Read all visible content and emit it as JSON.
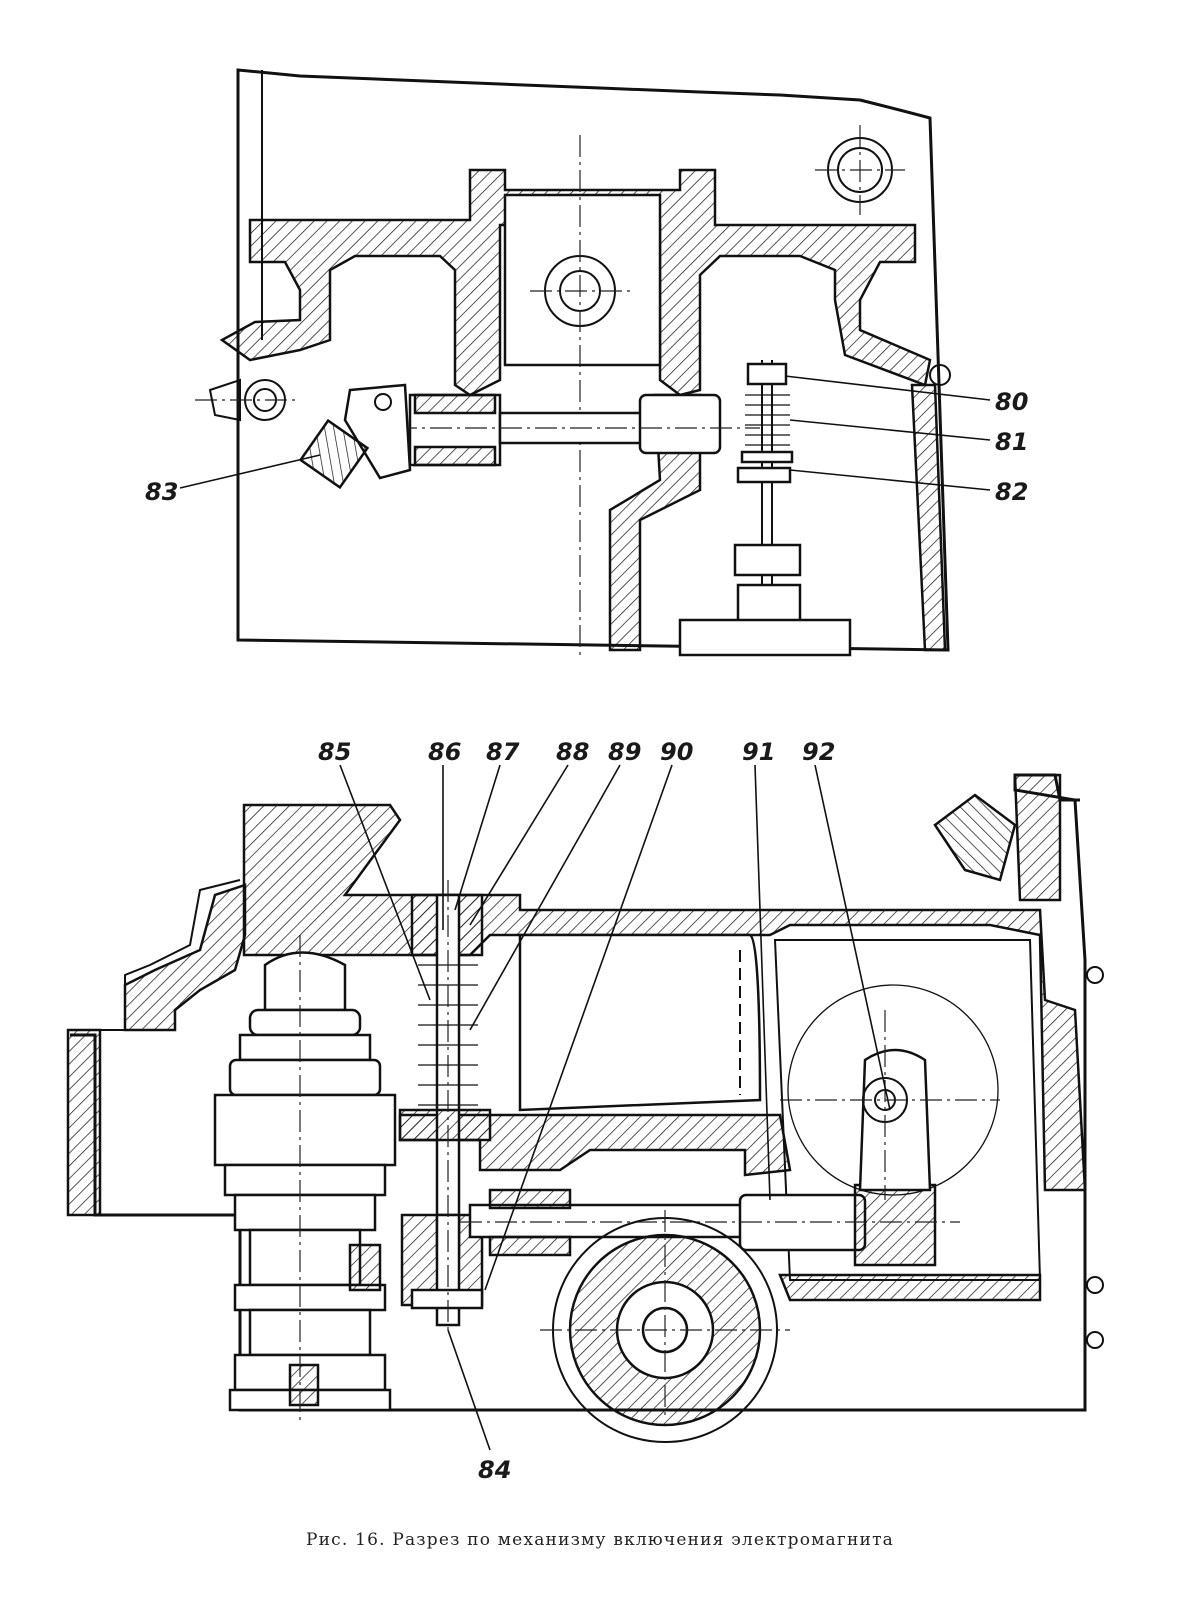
{
  "figure": {
    "caption": "Рис. 16. Разрез по механизму включения электромагнита"
  },
  "upper_view": {
    "callouts": [
      "80",
      "81",
      "82",
      "83"
    ]
  },
  "lower_view": {
    "callouts_top": [
      "85",
      "86",
      "87",
      "88",
      "89",
      "90",
      "91",
      "92"
    ],
    "callout_bottom": "84"
  }
}
